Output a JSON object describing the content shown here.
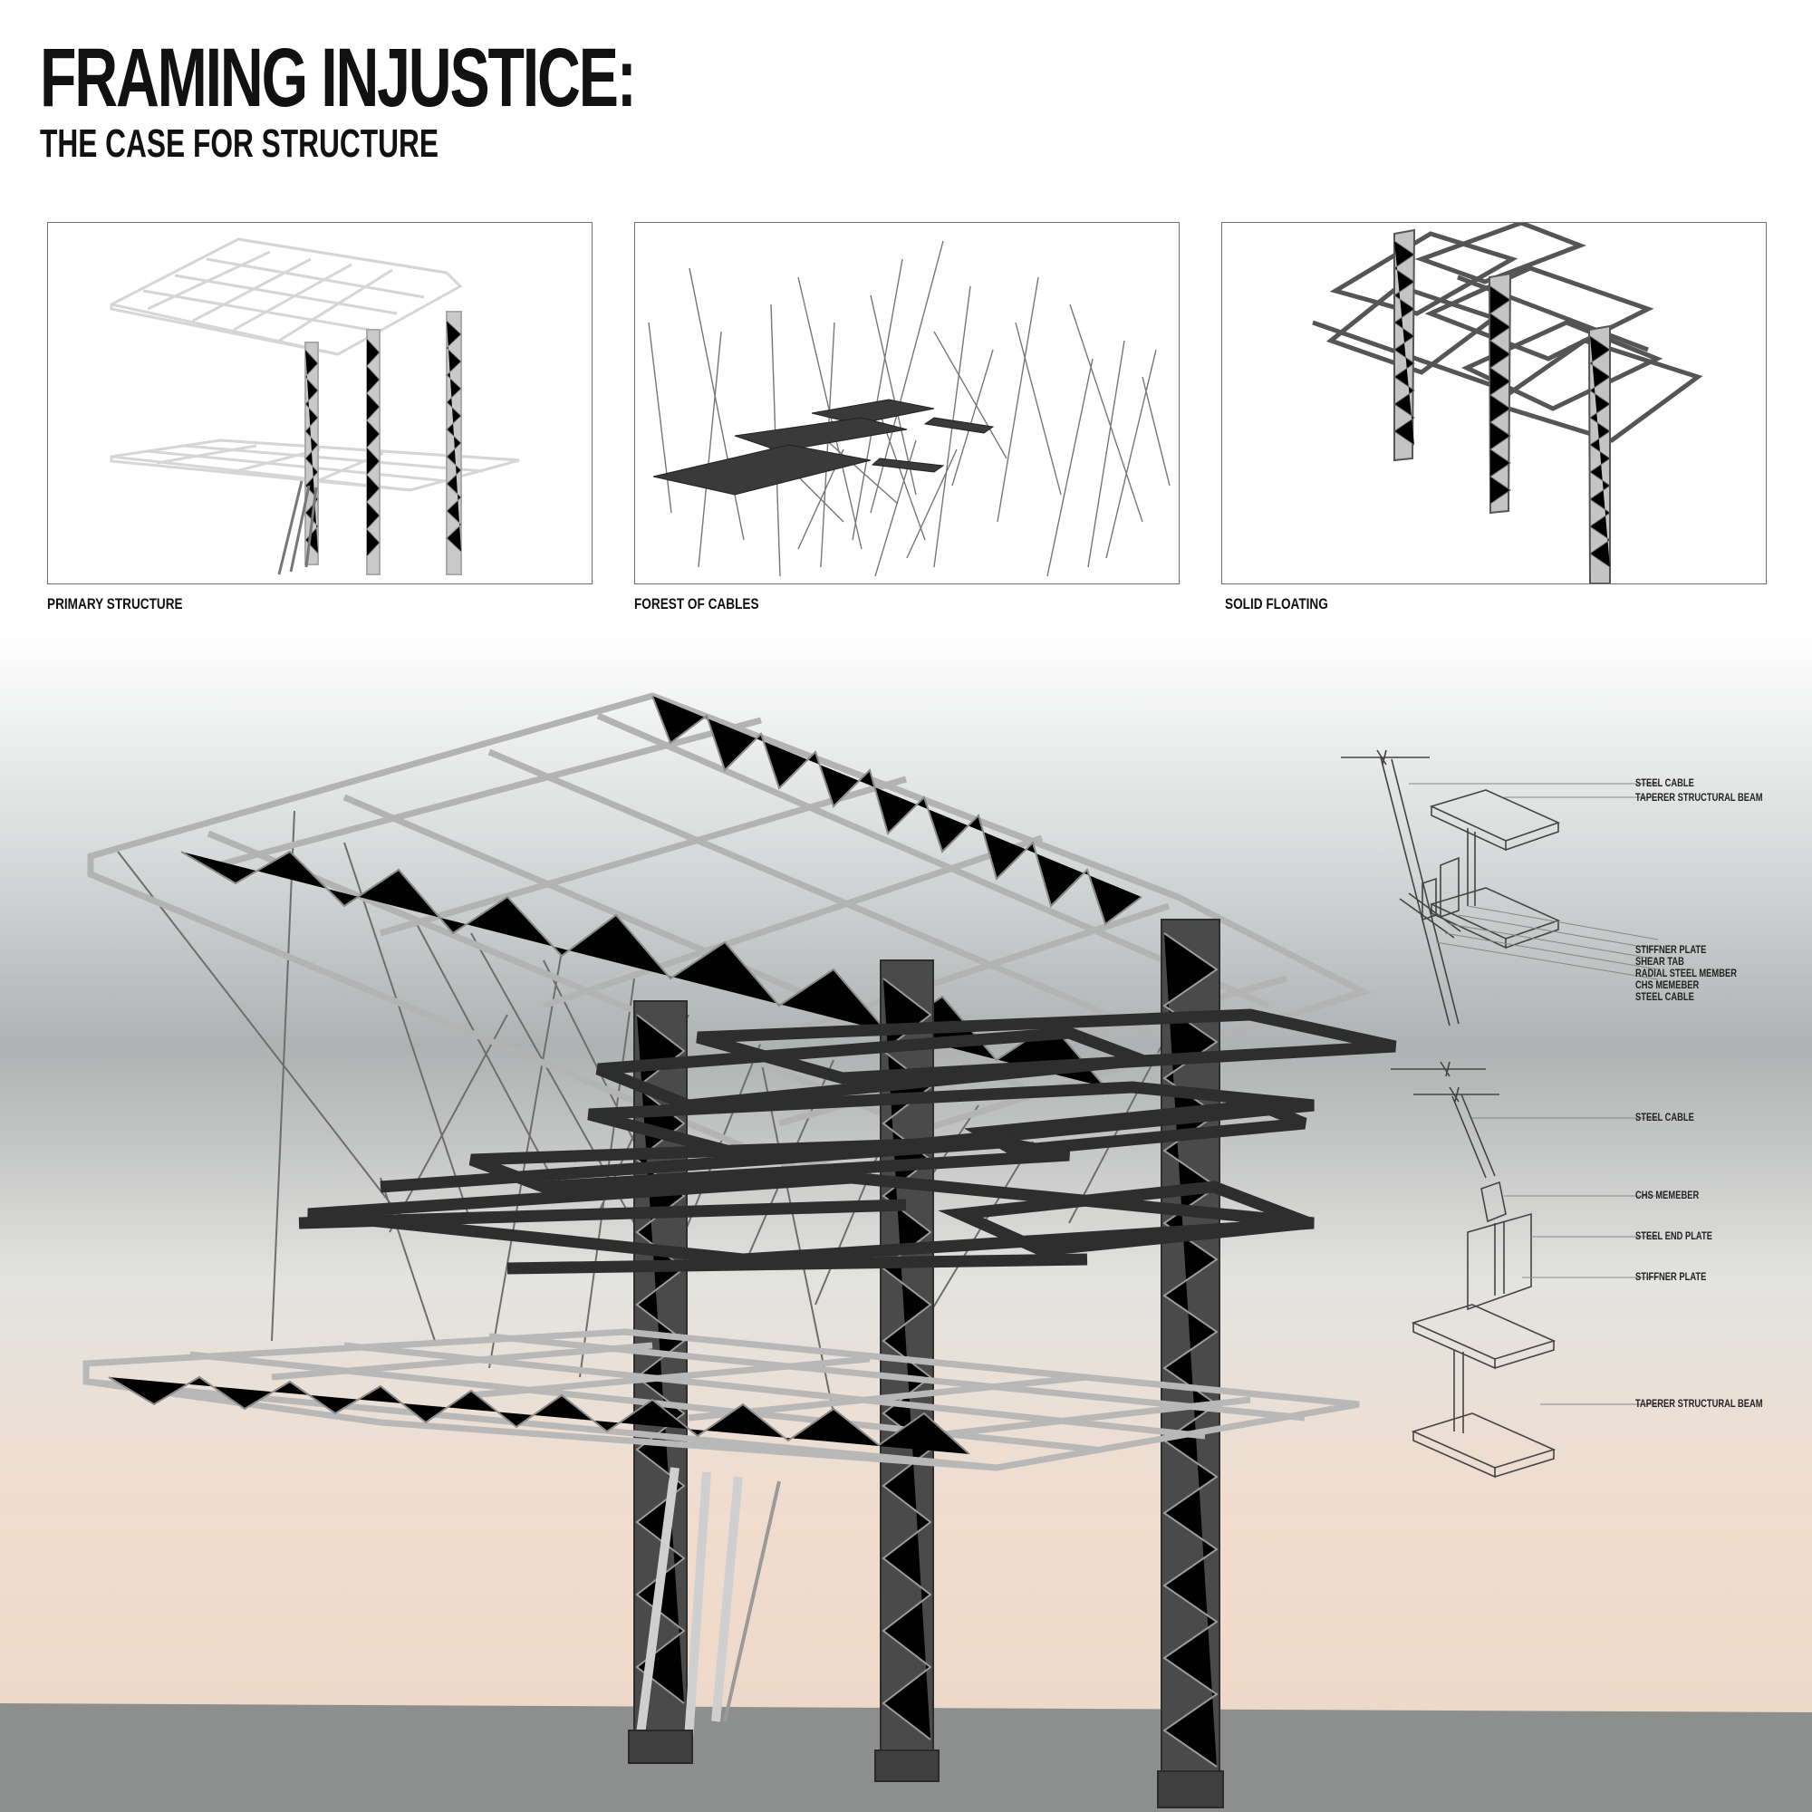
{
  "header": {
    "title": "FRAMING INJUSTICE:",
    "subtitle": "THE CASE FOR STRUCTURE"
  },
  "panels": [
    {
      "caption": "PRIMARY STRUCTURE"
    },
    {
      "caption": "FOREST OF CABLES"
    },
    {
      "caption": "SOLID FLOATING"
    }
  ],
  "detail_top": {
    "labels": [
      "STEEL CABLE",
      "TAPERER STRUCTURAL BEAM",
      "STIFFNER PLATE",
      "SHEAR TAB",
      "RADIAL STEEL MEMBER",
      "CHS MEMEBER",
      "STEEL CABLE"
    ]
  },
  "detail_bottom": {
    "labels": [
      "STEEL CABLE",
      "CHS MEMEBER",
      "STEEL END PLATE",
      "STIFFNER PLATE",
      "TAPERER STRUCTURAL BEAM"
    ]
  },
  "colors": {
    "ink": "#111111",
    "truss": "#bdbdbd",
    "dark_frame": "#2e2e2e",
    "sky_top": "#ffffff",
    "sky_haze": "#9ea3a3",
    "dusk": "#eed9c9",
    "ground": "#8d8f8e"
  }
}
